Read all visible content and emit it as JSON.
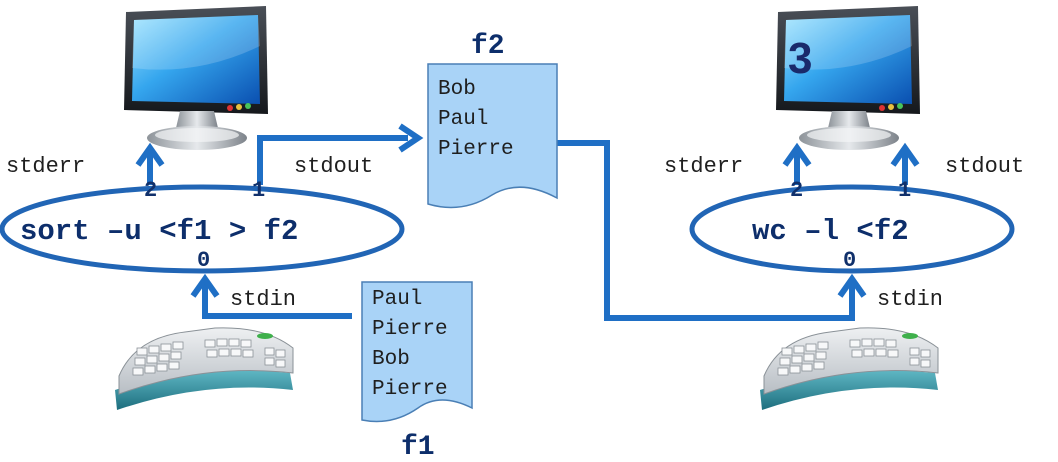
{
  "left": {
    "command": "sort –u <f1 > f2",
    "stderr_label": "stderr",
    "stdout_label": "stdout",
    "stdin_label": "stdin",
    "fd_stderr": "2",
    "fd_stdout": "1",
    "fd_stdin": "0"
  },
  "right": {
    "command": "wc –l <f2",
    "stderr_label": "stderr",
    "stdout_label": "stdout",
    "stdin_label": "stdin",
    "fd_stderr": "2",
    "fd_stdout": "1",
    "fd_stdin": "0",
    "screen_output": "3"
  },
  "file_f2": {
    "name": "f2",
    "lines": [
      "Bob",
      "Paul",
      "Pierre"
    ]
  },
  "file_f1": {
    "name": "f1",
    "lines": [
      "Paul",
      "Pierre",
      "Bob",
      "Pierre"
    ]
  },
  "colors": {
    "arrow": "#1f6fc5",
    "ellipse": "#2165b5",
    "file_fill": "#a9d3f7",
    "file_stroke": "#4a7fb5",
    "text_dark": "#0d2e6b"
  }
}
